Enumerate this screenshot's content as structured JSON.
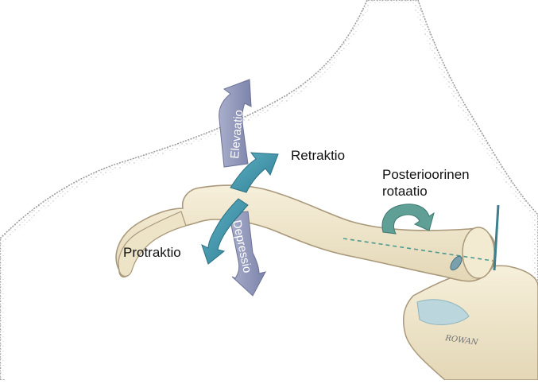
{
  "labels": {
    "elevation": "Elevaatio",
    "depression": "Depressio",
    "retraction": "Retraktio",
    "protraction": "Protraktio",
    "posterior_rotation_line1": "Posterioorinen",
    "posterior_rotation_line2": "rotaatio"
  },
  "signature": "ROWAN",
  "colors": {
    "skin_outline": "#9a9a9a",
    "skin_shade": "#d9d9d9",
    "bone": "#efe6cc",
    "bone_outline": "#a9987a",
    "arrow_vertical": "#8f95b8",
    "arrow_teal": "#3f93a8",
    "rotation_arrow": "#5f9f95",
    "axis_line": "#4f9a8f"
  }
}
